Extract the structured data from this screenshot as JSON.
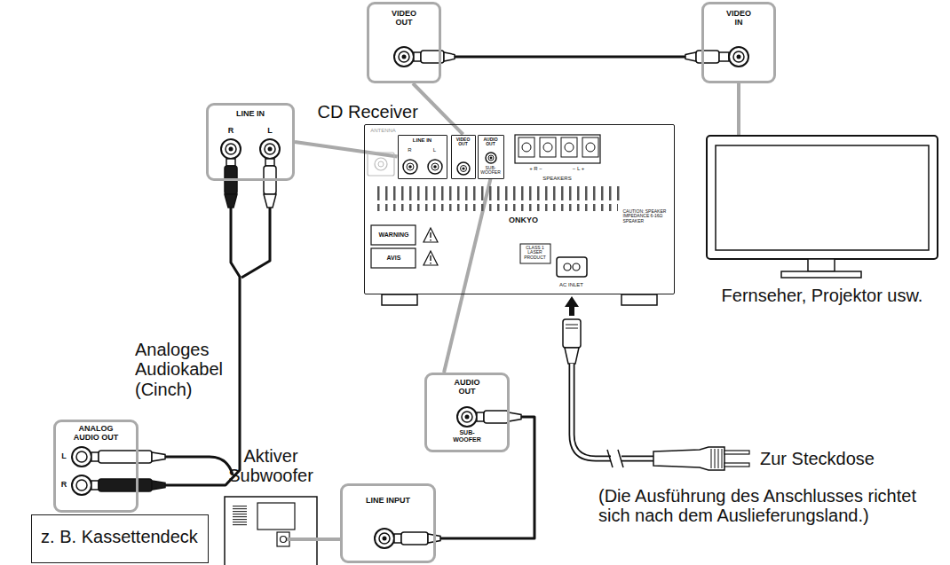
{
  "diagram": {
    "nodes": [
      {
        "text": [
          "VIDEO OUT"
        ]
      },
      {
        "text": [
          "VIDEO IN"
        ]
      },
      {
        "text": [
          "LINE IN",
          "R",
          "L"
        ]
      },
      {
        "text": [
          "CD Receiver",
          "ANTENNA",
          "SPEAKERS",
          "+ R −",
          "− L +",
          "CAUTION: SPEAKER IMPEDANCE 6-16Ω SPEAKER",
          "ONKYO",
          "WARNING",
          "AVIS",
          "CLASS 1 LASER PRODUCT",
          "AC INLET"
        ]
      },
      {
        "text": [
          "LINE IN",
          "R",
          "L"
        ],
        "in": 3
      },
      {
        "text": [
          "VIDEO OUT"
        ],
        "in": 3
      },
      {
        "text": [
          "AUDIO OUT",
          "SUB-WOOFER"
        ],
        "in": 3
      },
      {
        "text": [
          "Fernseher, Projektor usw."
        ]
      },
      {
        "text": [
          "AUDIO OUT",
          "SUB-WOOFER"
        ]
      },
      {
        "text": [
          "ANALOG AUDIO OUT",
          "L",
          "R"
        ]
      },
      {
        "text": [
          "Aktiver Subwoofer"
        ]
      },
      {
        "text": [
          "LINE INPUT"
        ]
      },
      {
        "text": [
          "z. B. Kassettendeck"
        ]
      }
    ],
    "edges": [
      {
        "from": 0,
        "to": 1,
        "arrow": "none"
      },
      {
        "from": 0,
        "to": 5,
        "arrow": "none"
      },
      {
        "from": 1,
        "to": 7,
        "arrow": "none"
      },
      {
        "from": 2,
        "to": 4,
        "arrow": "none"
      },
      {
        "from": 2,
        "to": 9,
        "arrow": "none"
      },
      {
        "from": 8,
        "to": 6,
        "arrow": "none"
      },
      {
        "from": 8,
        "to": 11,
        "arrow": "none"
      },
      {
        "from": 10,
        "to": 11,
        "arrow": "none"
      }
    ],
    "labels": [
      "Analoges Audiokabel (Cinch)",
      "Zur Steckdose",
      "(Die Ausführung des Anschlusses richtet sich nach dem Auslieferungsland.)"
    ]
  }
}
